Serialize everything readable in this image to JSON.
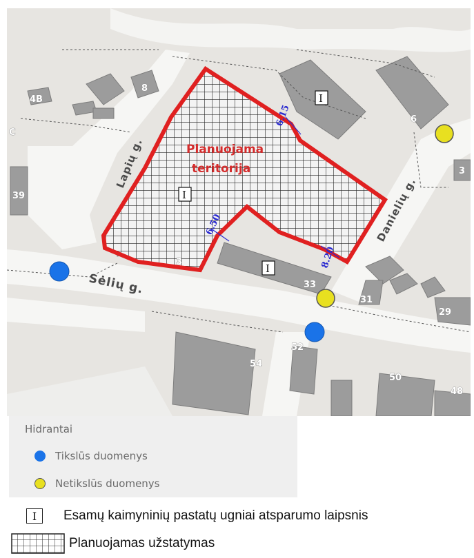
{
  "map": {
    "building_numbers": [
      "4B",
      "8",
      "6",
      "3",
      "39",
      "31",
      "29",
      "33",
      "52",
      "54",
      "50",
      "48"
    ],
    "building_numbers_partial": [
      "C",
      "3"
    ],
    "streets": [
      "Lapių g.",
      "Danielių g.",
      "Sėlių g."
    ],
    "territory_label": [
      "Planuojama",
      "teritorija"
    ],
    "fire_resistance_marks": [
      "I",
      "I",
      "I"
    ],
    "dimensions": [
      "6.15",
      "6.50",
      "8.20"
    ],
    "colors": {
      "territory_outline": "#e02020",
      "hydrant_exact": "#1a73e8",
      "hydrant_inexact": "#e8e020",
      "background": "#e8e6e2",
      "building": "#9a9a9a"
    }
  },
  "legend": {
    "title": "Hidrantai",
    "exact_label": "Tikslūs duomenys",
    "inexact_label": "Netikslūs duomenys"
  },
  "bottom_legend": {
    "fire_resistance_symbol": "I",
    "fire_resistance_label": "Esamų kaimyninių pastatų ugniai atsparumo laipsnis",
    "planned_label": "Planuojamas užstatymas"
  }
}
